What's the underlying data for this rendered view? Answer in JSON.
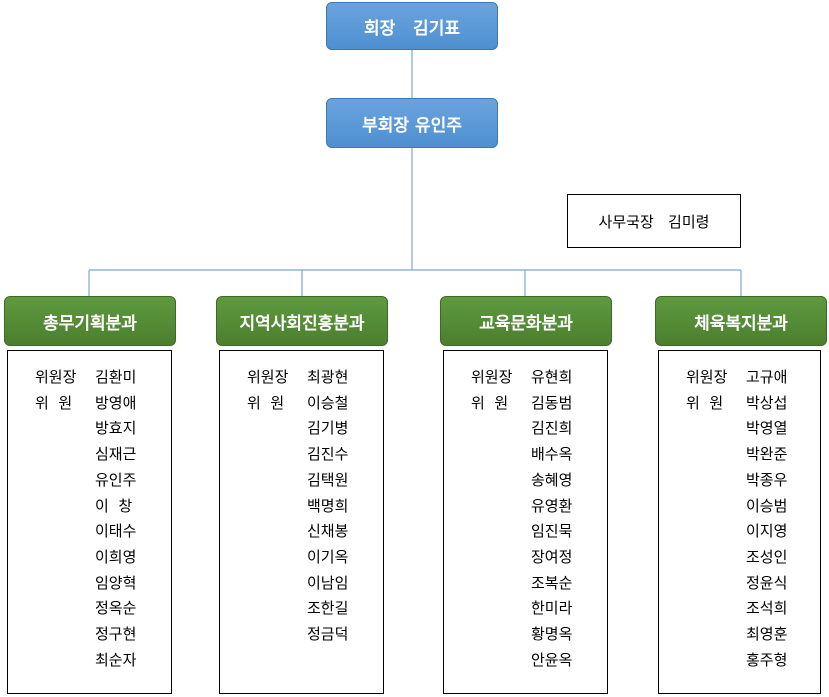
{
  "president": {
    "label": "회장   김기표"
  },
  "vice_president": {
    "label": "부회장 유인주"
  },
  "secretary_general": {
    "label": "사무국장   김미령"
  },
  "committees": [
    {
      "name": "총무기획분과",
      "chair_role": "위원장",
      "member_role": "위  원",
      "members": [
        "김환미",
        "방영애",
        "방효지",
        "심재근",
        "유인주",
        "이  창",
        "이태수",
        "이희영",
        "임양혁",
        "정옥순",
        "정구현",
        "최순자"
      ]
    },
    {
      "name": "지역사회진흥분과",
      "chair_role": "위원장",
      "member_role": "위  원",
      "members": [
        "최광현",
        "이승철",
        "김기병",
        "김진수",
        "김택원",
        "백명희",
        "신채봉",
        "이기옥",
        "이남임",
        "조한길",
        "정금덕"
      ]
    },
    {
      "name": "교육문화분과",
      "chair_role": "위원장",
      "member_role": "위  원",
      "members": [
        "유현희",
        "김동범",
        "김진희",
        "배수옥",
        "송혜영",
        "유영환",
        "임진묵",
        "장여정",
        "조복순",
        "한미라",
        "황명옥",
        "안윤옥"
      ]
    },
    {
      "name": "체육복지분과",
      "chair_role": "위원장",
      "member_role": "위  원",
      "members": [
        "고규애",
        "박상섭",
        "박영열",
        "박완준",
        "박종우",
        "이승범",
        "이지영",
        "조성인",
        "정윤식",
        "조석희",
        "최영훈",
        "홍주형"
      ]
    }
  ]
}
